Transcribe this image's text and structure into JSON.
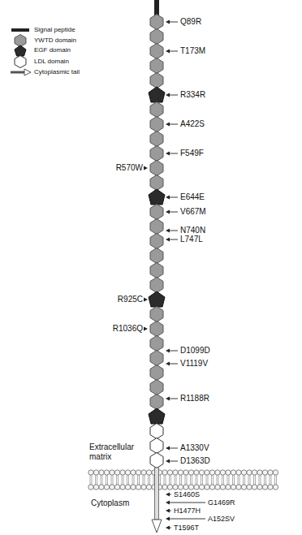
{
  "diagram": {
    "labels": [
      "Q89R",
      "T173M",
      "R334R",
      "A422S",
      "F549F",
      "R570W",
      "E644E",
      "V667M",
      "N740N",
      "L747L",
      "R925C",
      "R1036Q",
      "D1099D",
      "V1119V",
      "R1188R",
      "A1330V",
      "D1363D",
      "Extracellular matrix",
      "S1460S",
      "G1469R",
      "H1477H",
      "A152SV",
      "Cytoplasm",
      "T1596T"
    ],
    "legend": [
      {
        "text": "Signal peptide"
      },
      {
        "text": "YWTD domain"
      },
      {
        "text": "EGF domain"
      },
      {
        "text": "LDL domain"
      },
      {
        "text": "Cytoplasmic tail"
      }
    ]
  }
}
